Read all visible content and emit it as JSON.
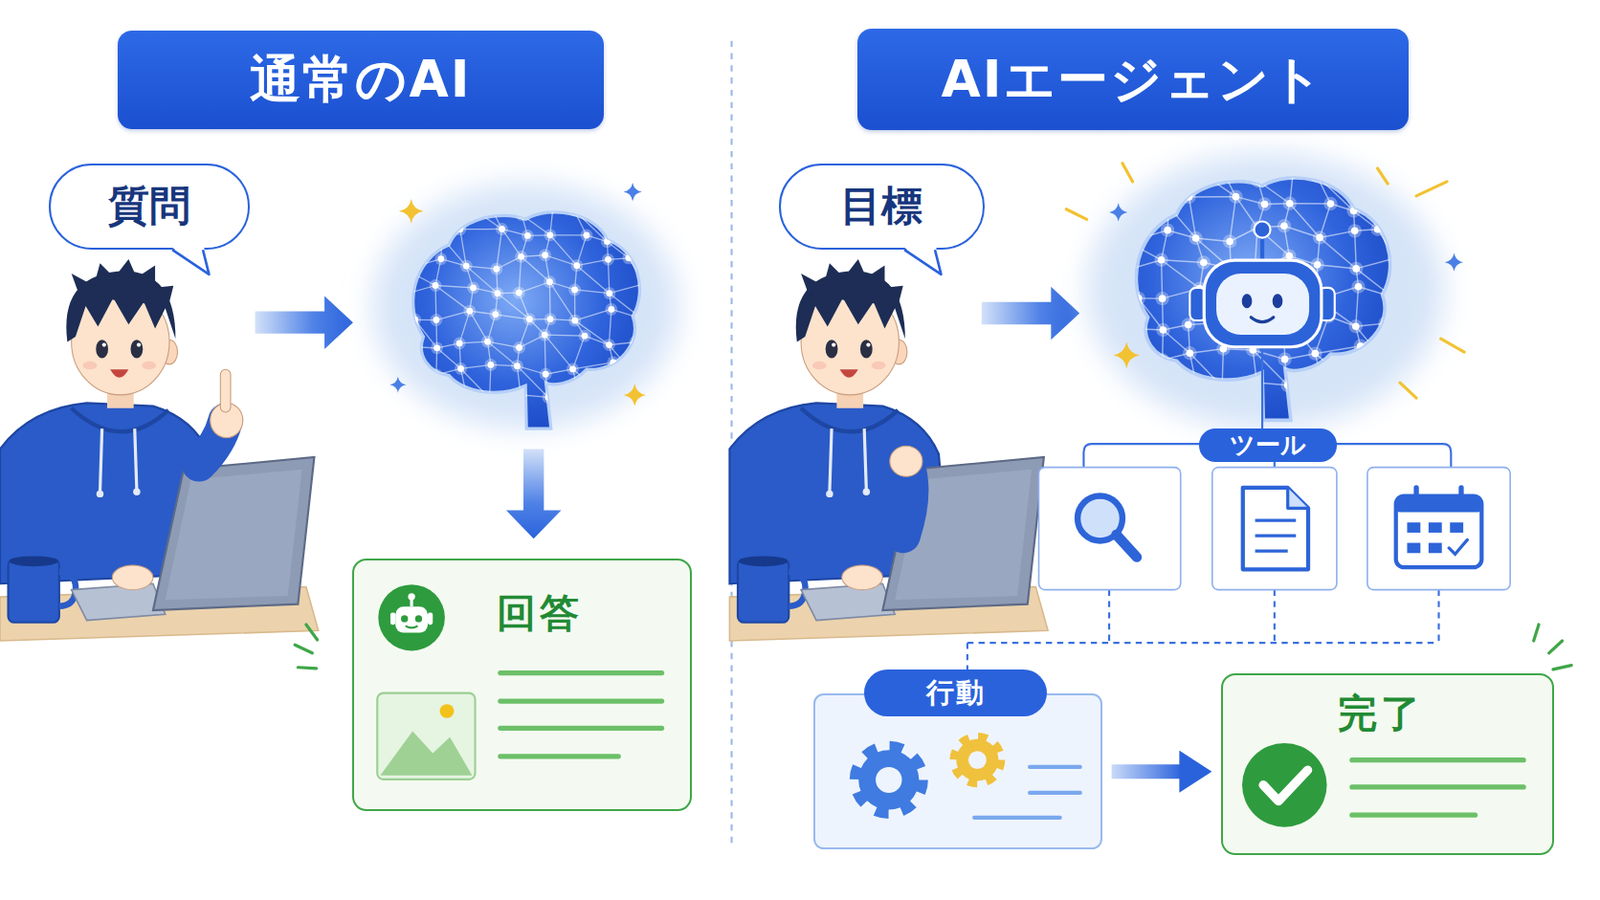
{
  "diagram": {
    "nodes": [
      {
        "text": [
          "通常のAI"
        ]
      },
      {
        "text": [
          "質問"
        ]
      },
      {
        "text": [
          "回答"
        ]
      },
      {
        "text": [
          "AIエージェント"
        ]
      },
      {
        "text": [
          "目標"
        ]
      },
      {
        "text": [
          "ツール"
        ]
      },
      {
        "text": [
          "行動"
        ]
      },
      {
        "text": [
          "完了"
        ]
      }
    ],
    "edges": [
      {
        "from": 6,
        "to": 7,
        "arrow": "to"
      }
    ]
  }
}
